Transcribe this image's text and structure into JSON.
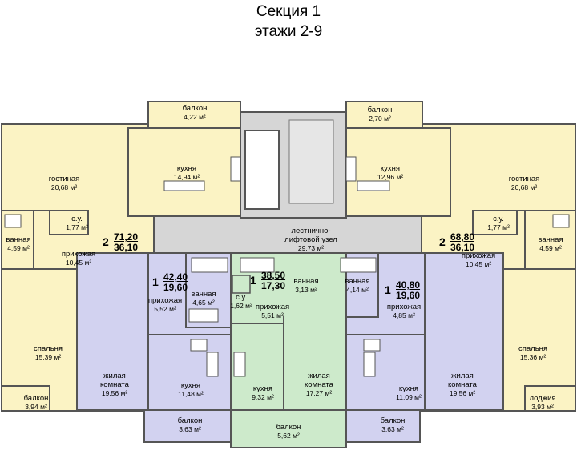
{
  "header": {
    "title": "Секция 1",
    "floors": "этажи 2-9"
  },
  "rooms": {
    "balcony_top_left": {
      "name": "балкон",
      "area": "4,22 м²"
    },
    "balcony_top_right": {
      "name": "балкон",
      "area": "2,70 м²"
    },
    "living_left": {
      "name": "гостиная",
      "area": "20,68 м²"
    },
    "kitchen_top_left": {
      "name": "кухня",
      "area": "14,94 м²"
    },
    "kitchen_top_right": {
      "name": "кухня",
      "area": "12,96 м²"
    },
    "living_right": {
      "name": "гостиная",
      "area": "20,68 м²"
    },
    "wc_left": {
      "name": "с.у.",
      "area": "1,77 м²"
    },
    "wc_right": {
      "name": "с.у.",
      "area": "1,77 м²"
    },
    "bath_left": {
      "name": "ванная",
      "area": "4,59 м²"
    },
    "bath_right": {
      "name": "ванная",
      "area": "4,59 м²"
    },
    "hall_left": {
      "name": "прихожая",
      "area": "10,45 м²"
    },
    "hall_right": {
      "name": "прихожая",
      "area": "10,45 м²"
    },
    "stairs": {
      "name1": "лестнично-",
      "name2": "лифтовой узел",
      "area": "29,73 м²"
    },
    "hall_a1": {
      "name": "прихожая",
      "area": "5,52 м²"
    },
    "bath_a1": {
      "name": "ванная",
      "area": "4,65 м²"
    },
    "wc_a2": {
      "name": "с.у.",
      "area": "1,62 м²"
    },
    "hall_a2": {
      "name": "прихожая",
      "area": "5,51 м²"
    },
    "bath_a2": {
      "name": "ванная",
      "area": "3,13 м²"
    },
    "bath_a3": {
      "name": "ванная",
      "area": "4,14 м²"
    },
    "hall_a3": {
      "name": "прихожая",
      "area": "4,85 м²"
    },
    "bed_left": {
      "name": "спальня",
      "area": "15,39 м²"
    },
    "bed_right": {
      "name": "спальня",
      "area": "15,36 м²"
    },
    "live_a1": {
      "name1": "жилая",
      "name2": "комната",
      "area": "19,56 м²"
    },
    "kitchen_a1": {
      "name": "кухня",
      "area": "11,48 м²"
    },
    "kitchen_a2": {
      "name": "кухня",
      "area": "9,32 м²"
    },
    "live_a2": {
      "name1": "жилая",
      "name2": "комната",
      "area": "17,27 м²"
    },
    "kitchen_a3": {
      "name": "кухня",
      "area": "11,09 м²"
    },
    "live_a3": {
      "name1": "жилая",
      "name2": "комната",
      "area": "19,56 м²"
    },
    "balcony_bottom_left": {
      "name": "балкон",
      "area": "3,94 м²"
    },
    "loggia_right": {
      "name": "лоджия",
      "area": "3,93 м²"
    },
    "balcony_b1": {
      "name": "балкон",
      "area": "3,63 м²"
    },
    "balcony_b2": {
      "name": "балкон",
      "area": "5,62 м²"
    },
    "balcony_b3": {
      "name": "балкон",
      "area": "3,63 м²"
    }
  },
  "apartments": {
    "left2": {
      "rooms": "2",
      "total": "71,20",
      "living": "36,10"
    },
    "right2": {
      "rooms": "2",
      "total": "68,80",
      "living": "36,10"
    },
    "a1": {
      "rooms": "1",
      "total": "42,40",
      "living": "19,60"
    },
    "a2": {
      "rooms": "1",
      "total": "38,50",
      "living": "17,30"
    },
    "a3": {
      "rooms": "1",
      "total": "40,80",
      "living": "19,60"
    }
  },
  "colors": {
    "two_room": "#fbf3c4",
    "one_room_a1": "#d2d2f0",
    "one_room_a2": "#cdeacb",
    "one_room_a3": "#d2d2f0",
    "stairs": "#d6d6d6",
    "wall": "#555555"
  }
}
